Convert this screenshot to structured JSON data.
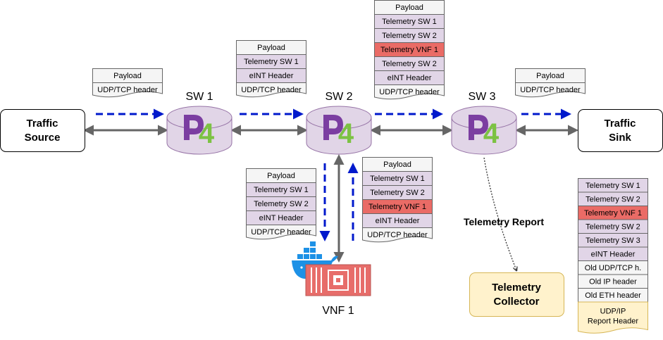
{
  "nodes": {
    "traffic_source": [
      "Traffic",
      "Source"
    ],
    "traffic_sink": [
      "Traffic",
      "Sink"
    ],
    "collector": [
      "Telemetry",
      "Collector"
    ]
  },
  "switches": {
    "sw1": "SW 1",
    "sw2": "SW 2",
    "sw3": "SW 3",
    "logo_char": "4"
  },
  "vnf": {
    "label": "VNF 1"
  },
  "telemetry_report_label": "Telemetry Report",
  "colors": {
    "payload": "#f5f5f5",
    "telemetry": "#e1d5e7",
    "vnf_telemetry": "#ea6b66",
    "eint": "#e1d5e7",
    "header": "#f5f5f5",
    "report": "#fff2cc",
    "arrow_blue": "#0019cc",
    "arrow_gray": "#666666",
    "switch_fill": "#e1d5e7",
    "p4_purple": "#7b3ea1",
    "p4_green": "#7cc243",
    "docker_blue": "#1d91e6",
    "vnf_red": "#e76d6a"
  },
  "stacks": [
    {
      "id": "stack-sw1-in",
      "cells": [
        {
          "text": "Payload",
          "type": "payload"
        },
        {
          "text": "UDP/TCP header",
          "type": "header"
        }
      ]
    },
    {
      "id": "stack-sw1-out",
      "cells": [
        {
          "text": "Payload",
          "type": "payload"
        },
        {
          "text": "Telemetry SW 1",
          "type": "telemetry"
        },
        {
          "text": "eINT Header",
          "type": "eint"
        },
        {
          "text": "UDP/TCP header",
          "type": "header"
        }
      ]
    },
    {
      "id": "stack-sw2-out",
      "cells": [
        {
          "text": "Payload",
          "type": "payload"
        },
        {
          "text": "Telemetry SW 1",
          "type": "telemetry"
        },
        {
          "text": "Telemetry SW 2",
          "type": "telemetry"
        },
        {
          "text": "Telemetry VNF 1",
          "type": "vnf_telemetry"
        },
        {
          "text": "Telemetry SW 2",
          "type": "telemetry"
        },
        {
          "text": "eINT Header",
          "type": "eint"
        },
        {
          "text": "UDP/TCP header",
          "type": "header"
        }
      ]
    },
    {
      "id": "stack-sw3-out",
      "cells": [
        {
          "text": "Payload",
          "type": "payload"
        },
        {
          "text": "UDP/TCP header",
          "type": "header"
        }
      ]
    },
    {
      "id": "stack-to-vnf",
      "cells": [
        {
          "text": "Payload",
          "type": "payload"
        },
        {
          "text": "Telemetry SW 1",
          "type": "telemetry"
        },
        {
          "text": "Telemetry SW 2",
          "type": "telemetry"
        },
        {
          "text": "eINT Header",
          "type": "eint"
        },
        {
          "text": "UDP/TCP header",
          "type": "header"
        }
      ]
    },
    {
      "id": "stack-from-vnf",
      "cells": [
        {
          "text": "Payload",
          "type": "payload"
        },
        {
          "text": "Telemetry SW 1",
          "type": "telemetry"
        },
        {
          "text": "Telemetry SW 2",
          "type": "telemetry"
        },
        {
          "text": "Telemetry VNF 1",
          "type": "vnf_telemetry"
        },
        {
          "text": "eINT Header",
          "type": "eint"
        },
        {
          "text": "UDP/TCP header",
          "type": "header"
        }
      ]
    },
    {
      "id": "stack-report",
      "cells": [
        {
          "text": "Telemetry SW 1",
          "type": "telemetry"
        },
        {
          "text": "Telemetry SW 2",
          "type": "telemetry"
        },
        {
          "text": "Telemetry VNF 1",
          "type": "vnf_telemetry"
        },
        {
          "text": "Telemetry SW 2",
          "type": "telemetry"
        },
        {
          "text": "Telemetry SW 3",
          "type": "telemetry"
        },
        {
          "text": "eINT Header",
          "type": "eint"
        },
        {
          "text": "Old UDP/TCP h.",
          "type": "header"
        },
        {
          "text": "Old IP header",
          "type": "header"
        },
        {
          "text": "Old ETH header",
          "type": "header"
        },
        {
          "text": "UDP/IP\nReport Header",
          "type": "report"
        }
      ]
    }
  ]
}
